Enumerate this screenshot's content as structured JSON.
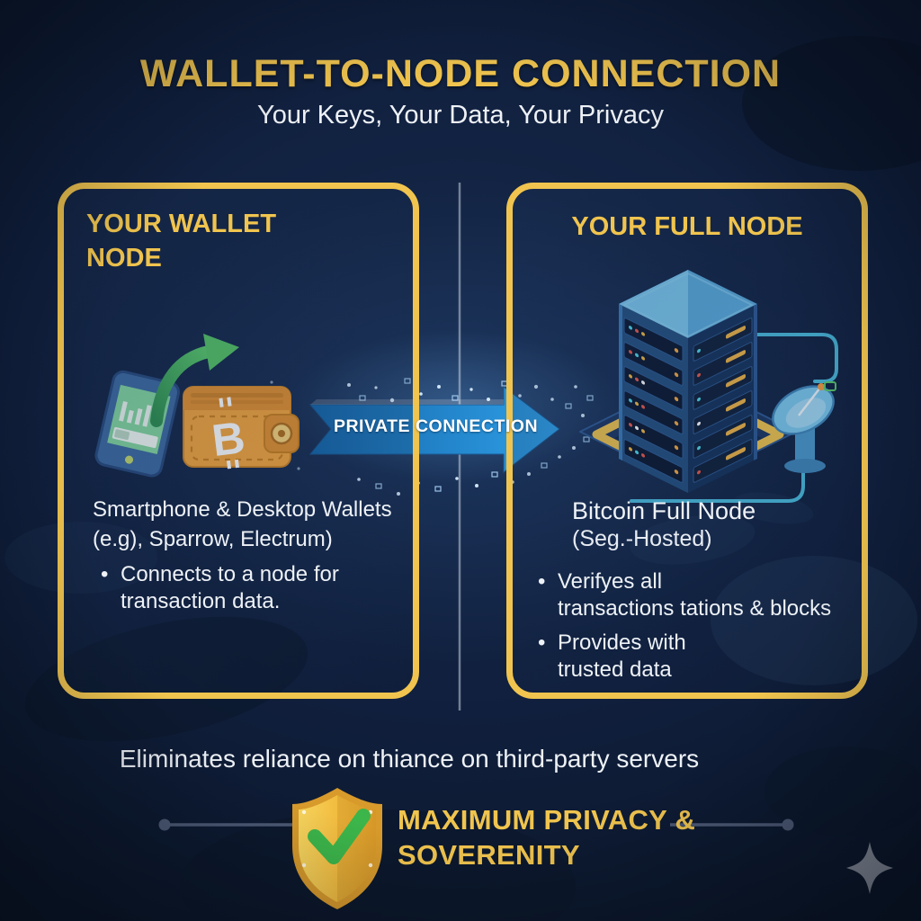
{
  "header": {
    "title": "WALLET-TO-NODE CONNECTION",
    "subtitle": "Your Keys, Your Data, Your Privacy"
  },
  "left_panel": {
    "heading": "YOUR WALLET NODE",
    "caption": "Smartphone & Desktop Wallets\n(e.g), Sparrow, Electrum)",
    "bullets": [
      "Connects to a node for\ntransaction data."
    ],
    "wallet_symbol": "B"
  },
  "connection": {
    "label": "PRIVATE CONNECTION"
  },
  "right_panel": {
    "heading": "YOUR FULL NODE",
    "caption_line1": "Bitcoin Full Node",
    "caption_line2": "(Seg.-Hosted)",
    "bullets": [
      "Verifyes all\ntransactions tations & blocks",
      "Provides with\ntrusted data"
    ]
  },
  "footer": {
    "tagline": "Eliminates reliance on thiance on third-party servers",
    "badge": "MAXIMUM PRIVACY &\nSOVERENITY"
  },
  "icons": {
    "smartphone": "smartphone-icon",
    "green_arrow": "curved-arrow-icon",
    "wallet": "bitcoin-wallet-icon",
    "connection_arrow": "right-arrow-ribbon",
    "server": "server-tower-icon",
    "dish": "satellite-dish-icon",
    "shield": "shield-check-icon",
    "sparkle": "sparkle-icon"
  },
  "colors": {
    "gold": "#f0c44e",
    "arrow_blue": "#2196e0",
    "background_navy": "#101f3d",
    "check_green": "#3cb54a",
    "cable_cyan": "#4fc8e8",
    "text_white": "#eef2f7"
  }
}
